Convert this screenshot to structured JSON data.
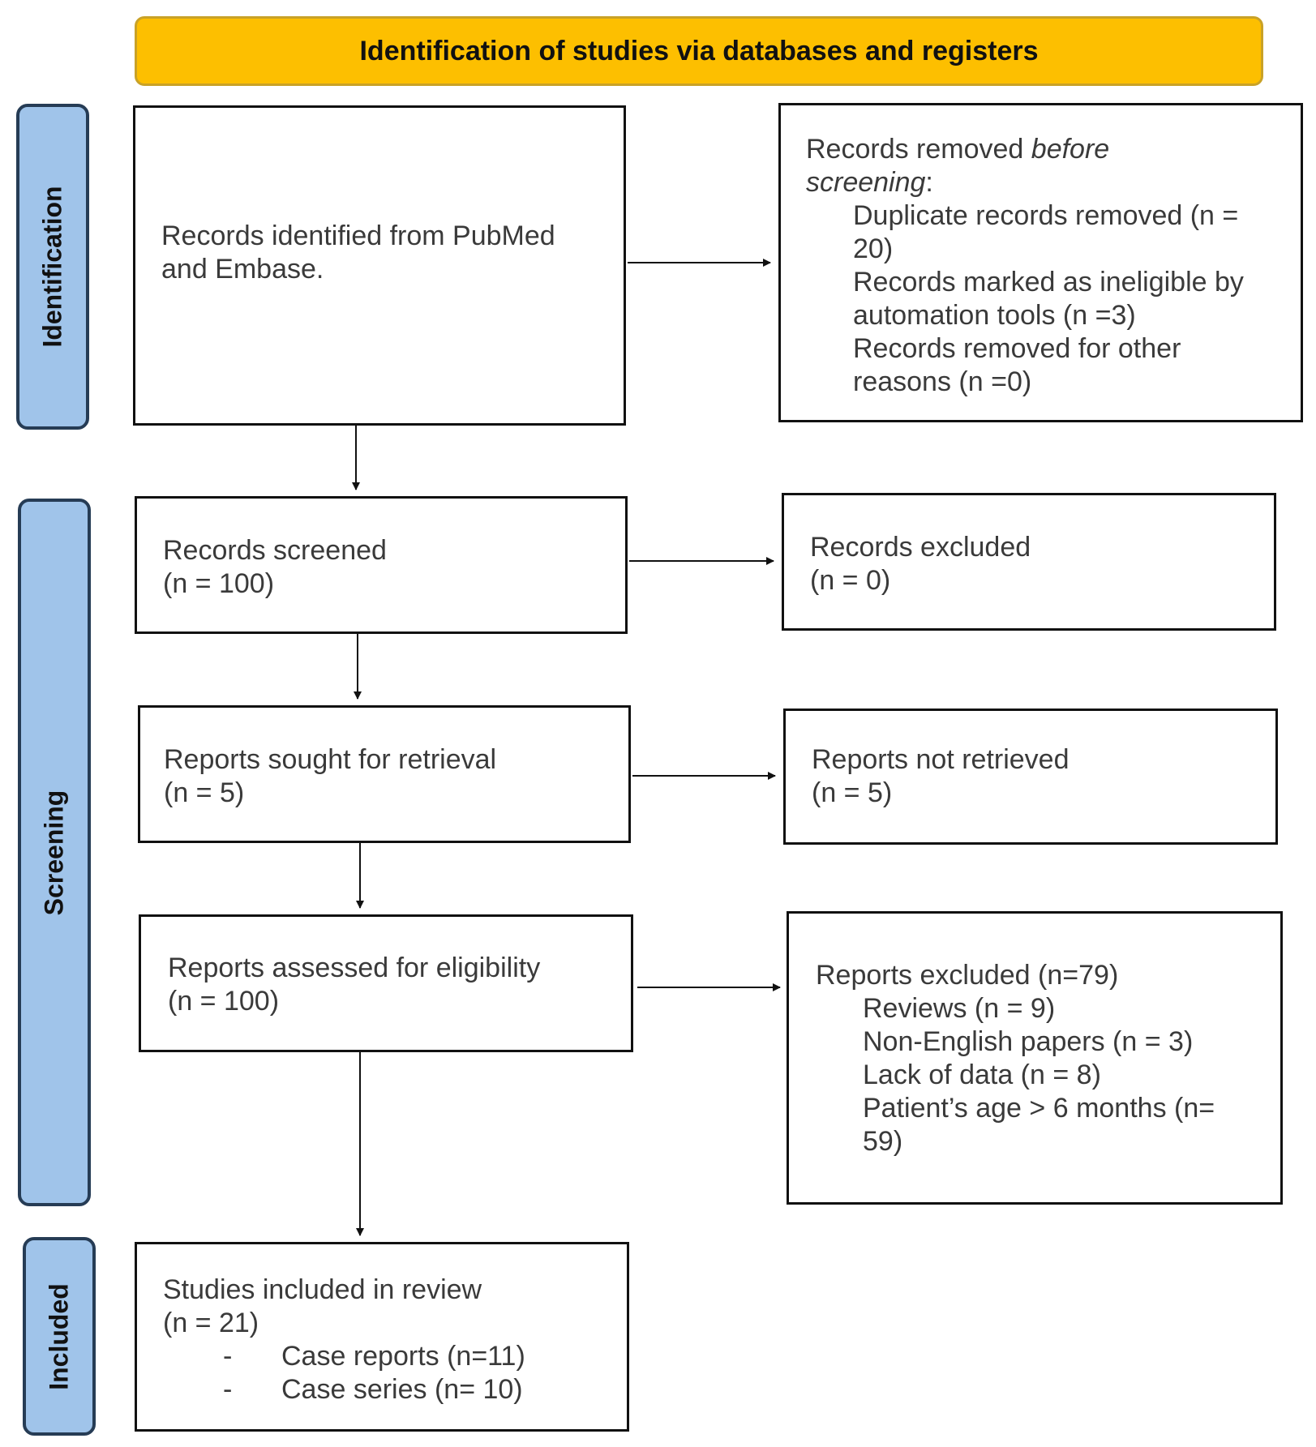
{
  "header": {
    "title": "Identification of studies via databases and registers"
  },
  "phases": {
    "identification": "Identification",
    "screening": "Screening",
    "included": "Included"
  },
  "identified": {
    "line1": "Records identified from PubMed",
    "line2": "and Embase."
  },
  "removed_before_screening": {
    "title_prefix": "Records removed ",
    "title_italic_1": "before",
    "title_italic_2": "screening",
    "title_suffix": ":",
    "duplicates_line1": "Duplicate records removed  (n =",
    "duplicates_line2": "20)",
    "automation_line1": "Records marked as ineligible by",
    "automation_line2": "automation tools (n =3)",
    "other_line1": "Records removed for other",
    "other_line2": "reasons (n =0)"
  },
  "screened": {
    "label": "Records screened",
    "count": "(n = 100)"
  },
  "excluded_records": {
    "label": "Records excluded",
    "count": "(n = 0)"
  },
  "sought": {
    "label": "Reports sought for retrieval",
    "count": "(n = 5)"
  },
  "not_retrieved": {
    "label": "Reports not retrieved",
    "count": "(n = 5)"
  },
  "assessed": {
    "label": "Reports assessed for eligibility",
    "count": "(n = 100)"
  },
  "reports_excluded": {
    "title": "Reports excluded (n=79)",
    "reviews": "Reviews (n = 9)",
    "non_english": "Non-English papers (n = 3)",
    "lack_of_data": "Lack of data (n = 8)",
    "age_line1": "Patient’s age > 6 months (n=",
    "age_line2": "59)"
  },
  "included_studies": {
    "label": "Studies included in review",
    "count": "(n = 21)",
    "dash": "-",
    "case_reports": "Case reports (n=11)",
    "case_series": "Case series (n= 10)"
  },
  "colors": {
    "header_fill": "#fdbf00",
    "phase_fill": "#a0c4ea",
    "phase_border": "#263c55",
    "box_border": "#111111",
    "text": "#3a3a3a"
  }
}
